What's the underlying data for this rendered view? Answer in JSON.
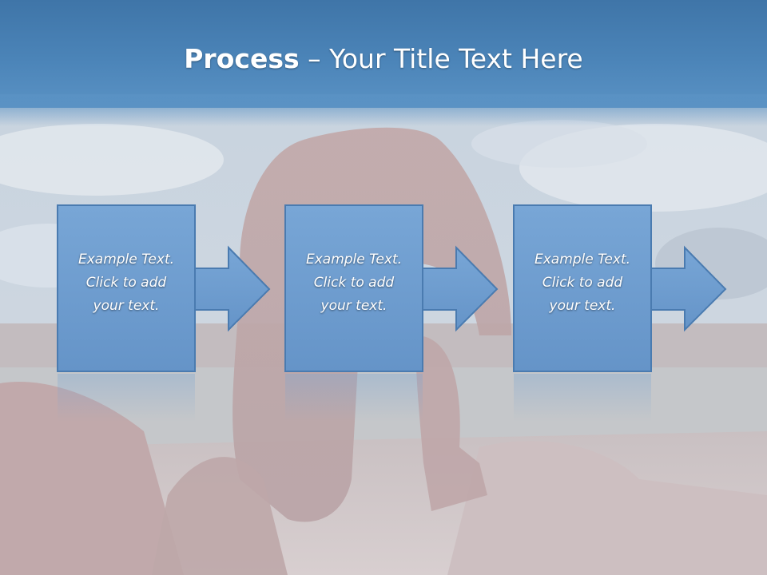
{
  "title": {
    "bold": "Process",
    "rest": " – Your Title Text Here"
  },
  "steps": [
    {
      "line1": "Example Text.",
      "line2": "Click  to add",
      "line3": "your text."
    },
    {
      "line1": "Example Text.",
      "line2": "Click  to add",
      "line3": "your text."
    },
    {
      "line1": "Example Text.",
      "line2": "Click  to add",
      "line3": "your text."
    }
  ],
  "colors": {
    "title_band": "#4b84b8",
    "box_fill": "#6e9ccf",
    "box_border": "#4a7bb0",
    "text": "#ffffff"
  }
}
